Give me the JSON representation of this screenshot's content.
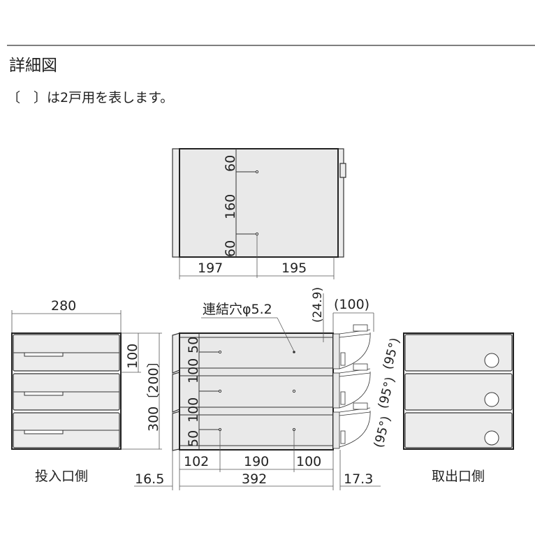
{
  "header": {
    "title": "詳細図",
    "note": "〔　〕は2戸用を表します。"
  },
  "top_view": {
    "dim_60_top": "60",
    "dim_160": "160",
    "dim_60_bottom": "60",
    "dim_197": "197",
    "dim_195": "195"
  },
  "insert_side": {
    "label": "投入口側",
    "dim_width": "280",
    "dim_unit_height": "100",
    "dim_total_height": "300〔200〕"
  },
  "front_view": {
    "hole_label": "連結穴φ5.2",
    "dim_24_9": "(24.9)",
    "dim_100_open": "(100)",
    "angle_labels": [
      "(95°)",
      "(95°)",
      "(95°)"
    ],
    "vertical_dims": [
      "50",
      "100",
      "100",
      "50"
    ],
    "dim_102": "102",
    "dim_190": "190",
    "dim_100": "100",
    "dim_16_5": "16.5",
    "dim_392": "392",
    "dim_17_3": "17.3"
  },
  "takeout_side": {
    "label": "取出口側"
  },
  "colors": {
    "panel_fill": "#e9e9e9",
    "line": "#222222"
  }
}
